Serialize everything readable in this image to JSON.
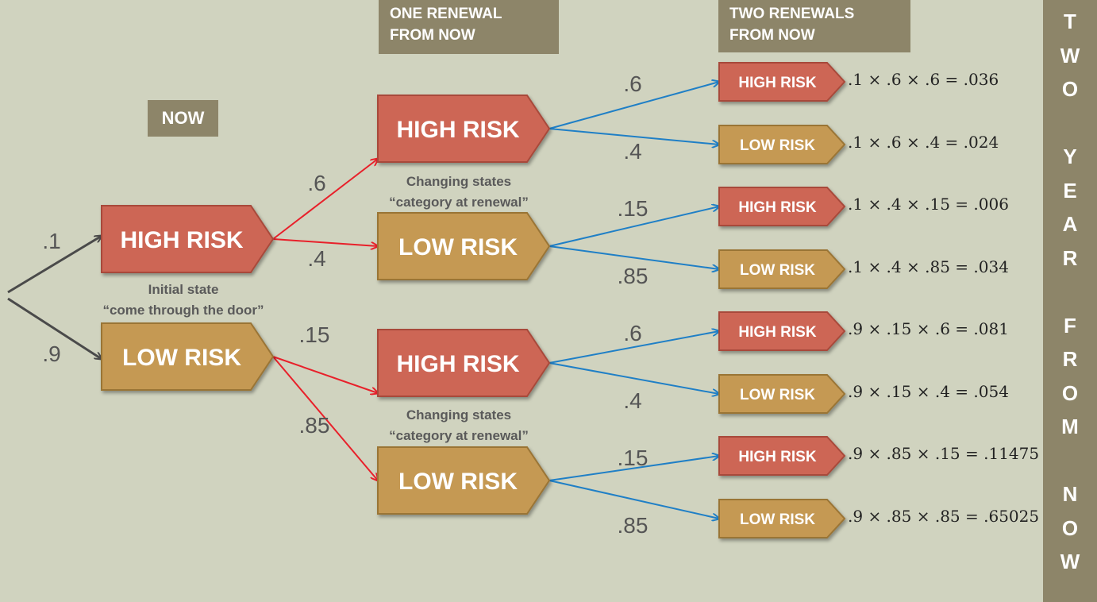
{
  "headers": {
    "now": "NOW",
    "one_renewal": [
      "ONE RENEWAL",
      "FROM NOW"
    ],
    "two_renewals": [
      "TWO RENEWALS",
      "FROM NOW"
    ]
  },
  "sidebar_text": [
    "T",
    "W",
    "O",
    "",
    "Y",
    "E",
    "A",
    "R",
    "",
    "F",
    "R",
    "O",
    "M",
    "",
    "N",
    "O",
    "W"
  ],
  "colors": {
    "background": "#d0d3bf",
    "high_risk": "#cd6655",
    "low_risk": "#c59953",
    "header": "#8d8569",
    "initial_arrow": "#4a4a4a",
    "renewal_arrow": "#e8202a",
    "second_arrow": "#1f7fc6"
  },
  "level0": {
    "high": {
      "label": "HIGH RISK",
      "prob": ".1"
    },
    "low": {
      "label": "LOW RISK",
      "prob": ".9"
    },
    "caption": [
      "Initial state",
      "“come through the door”"
    ]
  },
  "level1": [
    {
      "label": "HIGH RISK",
      "prob": ".6"
    },
    {
      "label": "LOW RISK",
      "prob": ".4"
    },
    {
      "label": "HIGH RISK",
      "prob": ".15"
    },
    {
      "label": "LOW RISK",
      "prob": ".85"
    }
  ],
  "level1_caption": [
    "Changing states",
    "“category at renewal”"
  ],
  "level2": [
    {
      "label": "HIGH RISK",
      "prob": ".6",
      "formula": ".1 × .6 × .6 = .036"
    },
    {
      "label": "LOW RISK",
      "prob": ".4",
      "formula": ".1 × .6 × .4 = .024"
    },
    {
      "label": "HIGH RISK",
      "prob": ".15",
      "formula": ".1 × .4 × .15 = .006"
    },
    {
      "label": "LOW RISK",
      "prob": ".85",
      "formula": ".1 × .4 × .85 = .034"
    },
    {
      "label": "HIGH RISK",
      "prob": ".6",
      "formula": ".9 × .15 × .6 = .081"
    },
    {
      "label": "LOW RISK",
      "prob": ".4",
      "formula": ".9 × .15 × .4 = .054"
    },
    {
      "label": "HIGH RISK",
      "prob": ".15",
      "formula": ".9 × .85 × .15 = .11475"
    },
    {
      "label": "LOW RISK",
      "prob": ".85",
      "formula": ".9 × .85 × .85 = .65025"
    }
  ]
}
